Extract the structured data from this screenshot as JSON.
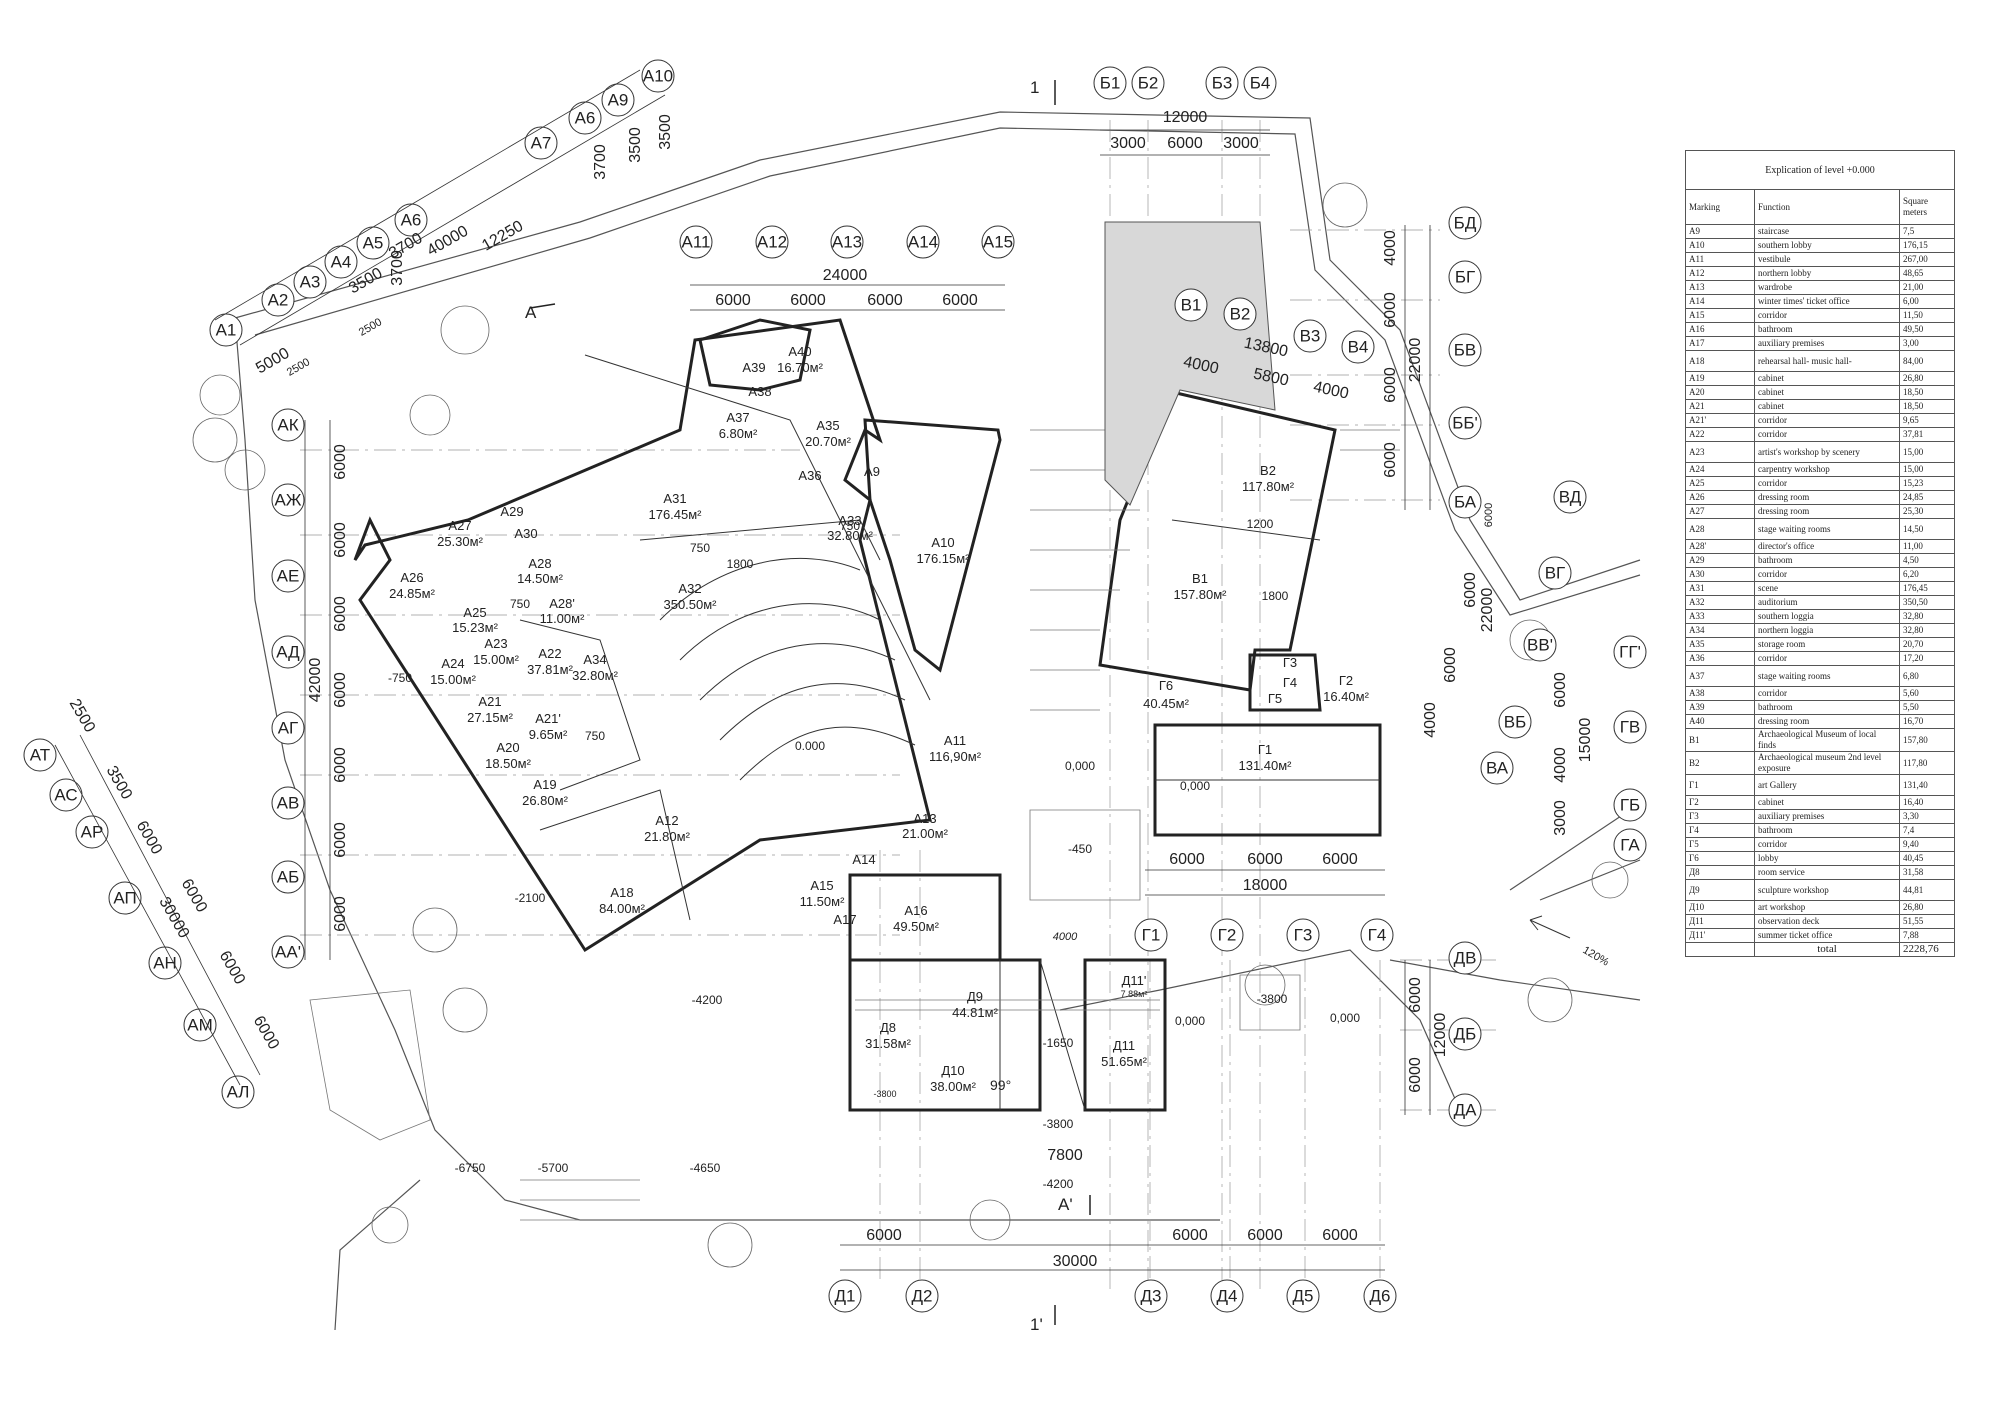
{
  "axes": {
    "A": [
      "А1",
      "А2",
      "А3",
      "А4",
      "А5",
      "А6",
      "А6",
      "А7",
      "А9",
      "А10",
      "А11",
      "А12",
      "А13",
      "А14",
      "А15"
    ],
    "AK": [
      "АК",
      "АЖ",
      "АЕ",
      "АД",
      "АГ",
      "АВ",
      "АБ",
      "АА'"
    ],
    "AT": [
      "АТ",
      "АС",
      "АР",
      "АП",
      "АН",
      "АМ",
      "АЛ"
    ],
    "B": [
      "Б1",
      "Б2",
      "Б3",
      "Б4"
    ],
    "BD": [
      "БД",
      "БГ",
      "БВ",
      "ББ'",
      "БА"
    ],
    "V": [
      "В1",
      "В2",
      "В3",
      "В4"
    ],
    "VD": [
      "ВД",
      "ВГ",
      "ВВ'",
      "ВБ",
      "ВА"
    ],
    "G": [
      "ГГ'",
      "ГВ",
      "ГБ",
      "ГА"
    ],
    "G14": [
      "Г1",
      "Г2",
      "Г3",
      "Г4"
    ],
    "D": [
      "ДВ",
      "ДБ",
      "ДА"
    ],
    "D16": [
      "Д1",
      "Д2",
      "Д3",
      "Д4",
      "Д5",
      "Д6"
    ]
  },
  "section_marks": [
    "1",
    "1'",
    "А",
    "А'"
  ],
  "dimensions": {
    "top": [
      "12000",
      "3000",
      "6000",
      "3000"
    ],
    "a_top": [
      "24000",
      "6000",
      "6000",
      "6000",
      "6000"
    ],
    "a_diag": [
      "3500",
      "3500",
      "3700",
      "3700",
      "12250",
      "40000",
      "3500",
      "3700",
      "2500",
      "2500",
      "5000"
    ],
    "left": [
      "42000",
      "6000",
      "6000",
      "6000",
      "6000",
      "6000",
      "6000",
      "6000"
    ],
    "at": [
      "2500",
      "3500",
      "6000",
      "30000",
      "6000",
      "6000",
      "6000"
    ],
    "right_b": [
      "4000",
      "6000",
      "6000",
      "6000",
      "22000"
    ],
    "right_v": [
      "6000",
      "6000",
      "22000",
      "4000",
      "6000",
      "6000",
      "15000",
      "3000",
      "4000"
    ],
    "v": [
      "13800",
      "4000",
      "5800",
      "4000"
    ],
    "g": [
      "18000",
      "6000",
      "6000",
      "6000"
    ],
    "d_right": [
      "6000",
      "12000",
      "6000"
    ],
    "bottom": [
      "30000",
      "6000",
      "6000",
      "6000",
      "6000",
      "7800",
      "4000"
    ],
    "small": [
      "1200",
      "1800",
      "750",
      "1800",
      "750",
      "750",
      "750"
    ]
  },
  "levels": [
    "0,000",
    "0.000",
    "-450",
    "-2100",
    "-4200",
    "-1650",
    "-3800",
    "-4200",
    "-6750",
    "-5700",
    "-4650",
    "0,000",
    "0,000",
    "0,000",
    "-3800",
    "-3800",
    "-750"
  ],
  "rooms": [
    {
      "id": "А40",
      "area": "16.70м²"
    },
    {
      "id": "А39",
      "area": ""
    },
    {
      "id": "А38",
      "area": ""
    },
    {
      "id": "А37",
      "area": "6.80м²"
    },
    {
      "id": "А35",
      "area": "20.70м²"
    },
    {
      "id": "А36",
      "area": ""
    },
    {
      "id": "А9",
      "area": ""
    },
    {
      "id": "А31",
      "area": "176.45м²"
    },
    {
      "id": "А33",
      "area": "32.80м²"
    },
    {
      "id": "А10",
      "area": "176.15м²"
    },
    {
      "id": "А29",
      "area": ""
    },
    {
      "id": "А30",
      "area": ""
    },
    {
      "id": "А27",
      "area": "25.30м²"
    },
    {
      "id": "А28",
      "area": "14.50м²"
    },
    {
      "id": "А26",
      "area": "24.85м²"
    },
    {
      "id": "А32",
      "area": "350.50м²"
    },
    {
      "id": "А28'",
      "area": "11.00м²"
    },
    {
      "id": "А25",
      "area": "15.23м²"
    },
    {
      "id": "А24",
      "area": "15.00м²"
    },
    {
      "id": "А23",
      "area": "15.00м²"
    },
    {
      "id": "А22",
      "area": "37.81м²"
    },
    {
      "id": "А34",
      "area": "32.80м²"
    },
    {
      "id": "А21",
      "area": "27.15м²"
    },
    {
      "id": "А21'",
      "area": "9.65м²"
    },
    {
      "id": "А20",
      "area": "18.50м²"
    },
    {
      "id": "А19",
      "area": "26.80м²"
    },
    {
      "id": "А18",
      "area": "84.00м²"
    },
    {
      "id": "А12",
      "area": "21.80м²"
    },
    {
      "id": "А11",
      "area": "116,90м²"
    },
    {
      "id": "А13",
      "area": "21.00м²"
    },
    {
      "id": "А14",
      "area": ""
    },
    {
      "id": "А15",
      "area": "11.50м²"
    },
    {
      "id": "А16",
      "area": "49.50м²"
    },
    {
      "id": "А17",
      "area": ""
    },
    {
      "id": "В2",
      "area": "117.80м²"
    },
    {
      "id": "В1",
      "area": "157.80м²"
    },
    {
      "id": "Г3",
      "area": ""
    },
    {
      "id": "Г4",
      "area": ""
    },
    {
      "id": "Г5",
      "area": ""
    },
    {
      "id": "Г2",
      "area": "16.40м²"
    },
    {
      "id": "Г6",
      "area": "40.45м²"
    },
    {
      "id": "Г1",
      "area": "131.40м²"
    },
    {
      "id": "Д8",
      "area": "31.58м²"
    },
    {
      "id": "Д9",
      "area": "44.81м²"
    },
    {
      "id": "Д10",
      "area": "38.00м²"
    },
    {
      "id": "Д11",
      "area": "51.65м²"
    },
    {
      "id": "Д11'",
      "area": "7.88м²"
    }
  ],
  "explication": {
    "title": "Explication of level +0.000",
    "headers": [
      "Marking",
      "Function",
      "Square meters"
    ],
    "rows": [
      [
        "А9",
        "staircase",
        "7,5"
      ],
      [
        "А10",
        "southern lobby",
        "176,15"
      ],
      [
        "А11",
        "vestibule",
        "267,00"
      ],
      [
        "А12",
        "northern lobby",
        "48,65"
      ],
      [
        "А13",
        "wardrobe",
        "21,00"
      ],
      [
        "А14",
        "winter times' ticket office",
        "6,00"
      ],
      [
        "А15",
        "corridor",
        "11,50"
      ],
      [
        "А16",
        "bathroom",
        "49,50"
      ],
      [
        "А17",
        "auxiliary premises",
        "3,00"
      ],
      [
        "А18",
        "rehearsal hall- music hall-",
        "84,00"
      ],
      [
        "А19",
        "cabinet",
        "26,80"
      ],
      [
        "А20",
        "cabinet",
        "18,50"
      ],
      [
        "А21",
        "cabinet",
        "18,50"
      ],
      [
        "А21'",
        "corridor",
        "9,65"
      ],
      [
        "А22",
        "corridor",
        "37,81"
      ],
      [
        "А23",
        "artist's workshop by scenery",
        "15,00"
      ],
      [
        "А24",
        "carpentry workshop",
        "15,00"
      ],
      [
        "А25",
        "corridor",
        "15,23"
      ],
      [
        "А26",
        "dressing room",
        "24,85"
      ],
      [
        "А27",
        "dressing room",
        "25,30"
      ],
      [
        "А28",
        "stage waiting rooms",
        "14,50"
      ],
      [
        "А28'",
        "director's office",
        "11,00"
      ],
      [
        "А29",
        "bathroom",
        "4,50"
      ],
      [
        "А30",
        "corridor",
        "6,20"
      ],
      [
        "А31",
        "scene",
        "176,45"
      ],
      [
        "А32",
        "auditorium",
        "350,50"
      ],
      [
        "А33",
        "southern loggia",
        "32,80"
      ],
      [
        "А34",
        "northern loggia",
        "32,80"
      ],
      [
        "А35",
        "storage room",
        "20,70"
      ],
      [
        "А36",
        "corridor",
        "17,20"
      ],
      [
        "А37",
        "stage waiting rooms",
        "6,80"
      ],
      [
        "А38",
        "corridor",
        "5,60"
      ],
      [
        "А39",
        "bathroom",
        "5,50"
      ],
      [
        "А40",
        "dressing room",
        "16,70"
      ],
      [
        "В1",
        "Archaeological Museum of local finds",
        "157,80"
      ],
      [
        "В2",
        "Archaeological museum 2nd level exposure",
        "117,80"
      ],
      [
        "Г1",
        "art Gallery",
        "131,40"
      ],
      [
        "Г2",
        "cabinet",
        "16,40"
      ],
      [
        "Г3",
        "auxiliary premises",
        "3,30"
      ],
      [
        "Г4",
        "bathroom",
        "7,4"
      ],
      [
        "Г5",
        "corridor",
        "9,40"
      ],
      [
        "Г6",
        "lobby",
        "40,45"
      ],
      [
        "Д8",
        "room service",
        "31,58"
      ],
      [
        "Д9",
        "sculpture workshop",
        "44,81"
      ],
      [
        "Д10",
        "art workshop",
        "26,80"
      ],
      [
        "Д11",
        "observation deck",
        "51,55"
      ],
      [
        "Д11'",
        "summer ticket office",
        "7,88"
      ]
    ],
    "total_label": "total",
    "total_value": "2228,76"
  },
  "misc": {
    "slope": "120%",
    "angle": "99°"
  }
}
